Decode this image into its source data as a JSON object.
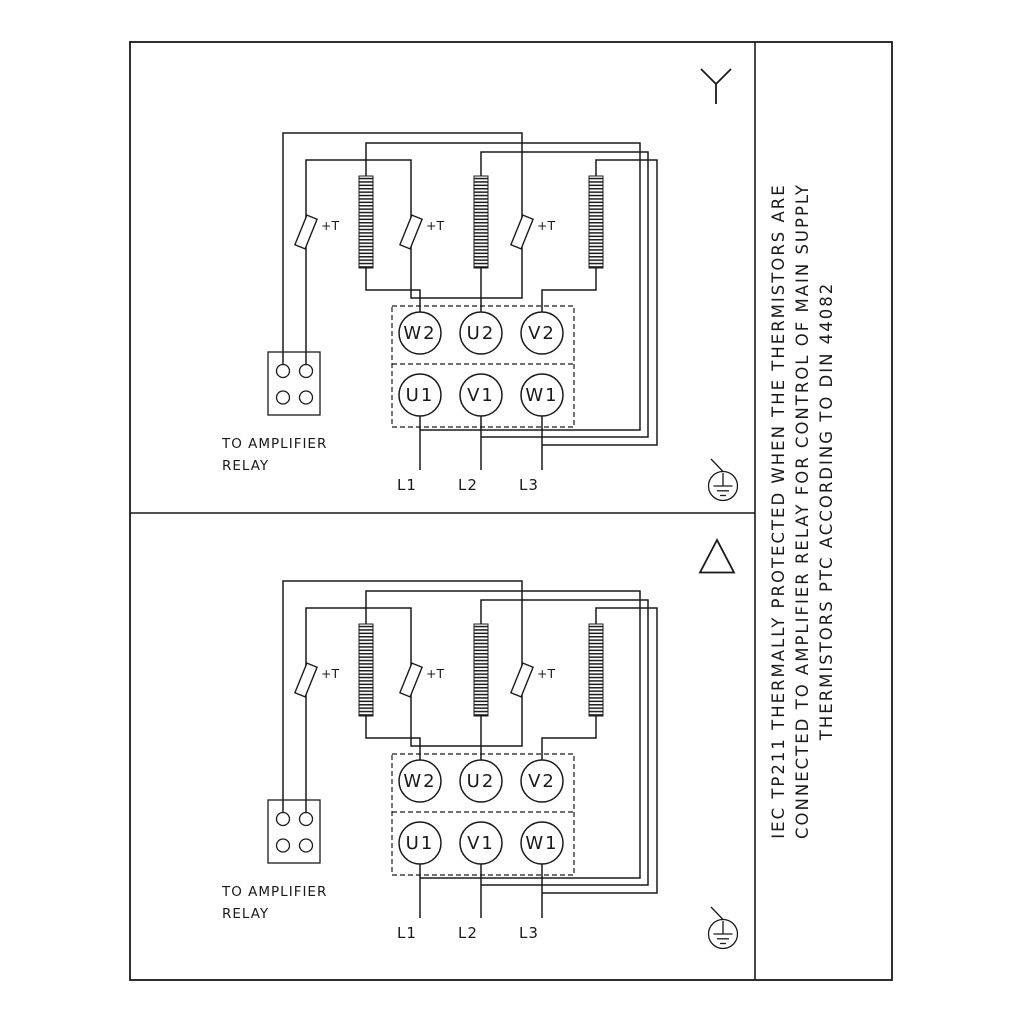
{
  "diagram": {
    "note": {
      "line1": "IEC TP211 THERMALLY PROTECTED WHEN THE THERMISTORS ARE",
      "line2": "CONNECTED TO AMPLIFIER RELAY FOR CONTROL OF MAIN SUPPLY",
      "line3": "THERMISTORS PTC ACCORDING TO DIN 44082"
    },
    "panels": [
      {
        "configuration": "star",
        "thermistor_label": "+T",
        "relay_caption_line1": "TO AMPLIFIER",
        "relay_caption_line2": "RELAY",
        "terminals_top": [
          "W2",
          "U2",
          "V2"
        ],
        "terminals_bottom": [
          "U1",
          "V1",
          "W1"
        ],
        "supply_lines": [
          "L1",
          "L2",
          "L3"
        ]
      },
      {
        "configuration": "delta",
        "thermistor_label": "+T",
        "relay_caption_line1": "TO AMPLIFIER",
        "relay_caption_line2": "RELAY",
        "terminals_top": [
          "W2",
          "U2",
          "V2"
        ],
        "terminals_bottom": [
          "U1",
          "V1",
          "W1"
        ],
        "supply_lines": [
          "L1",
          "L2",
          "L3"
        ]
      }
    ]
  }
}
